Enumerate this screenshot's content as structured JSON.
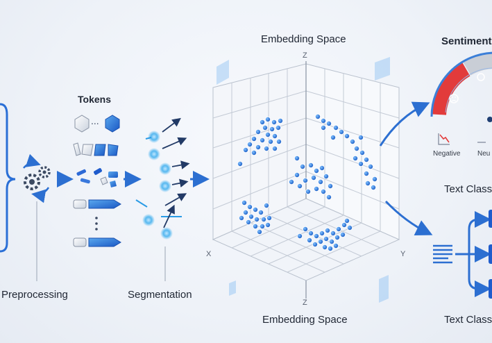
{
  "labels": {
    "tokens": "Tokens",
    "embedding_top": "Embedding Space",
    "embedding_bottom": "Embedding Space",
    "sentiment": "Sentiment",
    "text_class_top": "Text Class",
    "text_class_bottom": "Text Class",
    "preprocessing": "Preprocessing",
    "segmentation": "Segmentation",
    "negative": "Negative",
    "neutral": "Neu"
  },
  "axes": {
    "z_top": "Z",
    "z_bottom": "Z",
    "x": "X",
    "y": "Y"
  },
  "token_dots": "...",
  "colors": {
    "accent": "#1f6fd6",
    "accent_light": "#5aa8ee",
    "gauge_red": "#e23b3b",
    "gauge_gray": "#c9ced6",
    "gauge_blue": "#3b7fd8"
  }
}
